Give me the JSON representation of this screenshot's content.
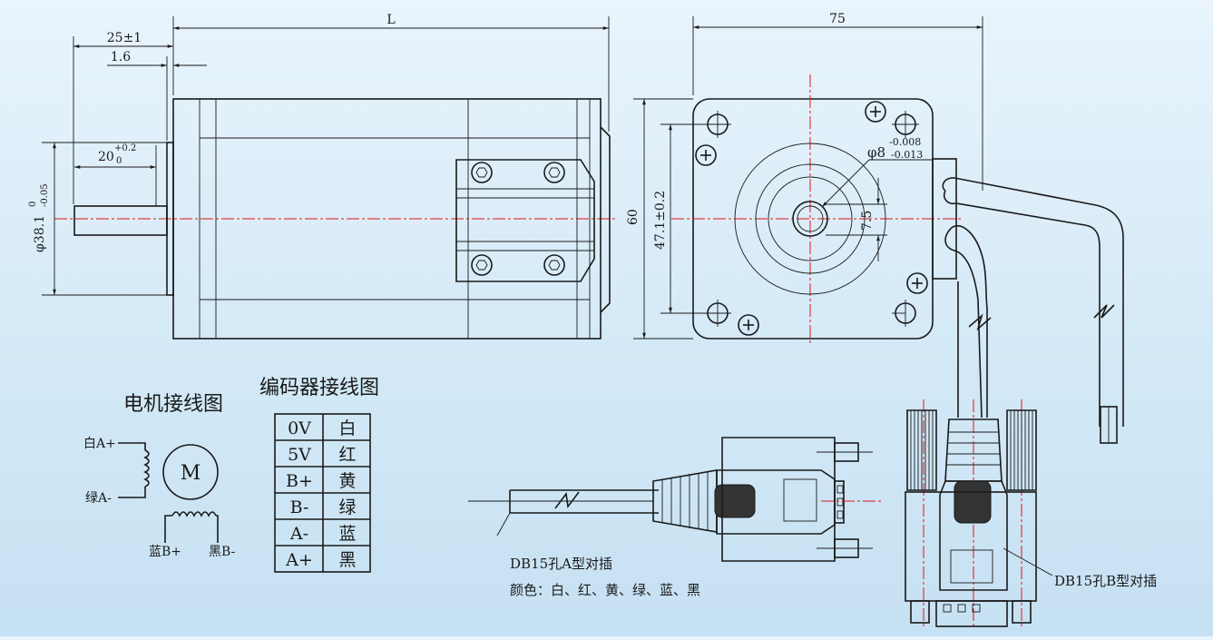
{
  "dimensions": {
    "L": "L",
    "shaft_len": "25±1",
    "flange_thk": "1.6",
    "flat_len": "20",
    "flat_tol_up": "+0.2",
    "flat_tol_lo": "0",
    "pilot_dia": "φ38.1",
    "pilot_tol_up": "0",
    "pilot_tol_lo": "-0.05",
    "front_width": "75",
    "square": "60",
    "hole_spacing": "47.1±0.2",
    "shaft_dia": "φ8",
    "shaft_tol_up": "-0.008",
    "shaft_tol_lo": "-0.013",
    "flat_depth": "7.5"
  },
  "motor_wiring": {
    "title": "电机接线图",
    "motor_symbol": "M",
    "a_plus": "白A+",
    "a_minus": "绿A-",
    "b_plus": "蓝B+",
    "b_minus": "黑B-"
  },
  "encoder_wiring": {
    "title": "编码器接线图",
    "rows": [
      {
        "signal": "0V",
        "color": "白"
      },
      {
        "signal": "5V",
        "color": "红"
      },
      {
        "signal": "B+",
        "color": "黄"
      },
      {
        "signal": "B-",
        "color": "绿"
      },
      {
        "signal": "A-",
        "color": "蓝"
      },
      {
        "signal": "A+",
        "color": "黑"
      }
    ]
  },
  "connectors": {
    "a_label": "DB15孔A型对插",
    "a_colors": "颜色：白、红、黄、绿、蓝、黑",
    "b_label": "DB15孔B型对插"
  }
}
